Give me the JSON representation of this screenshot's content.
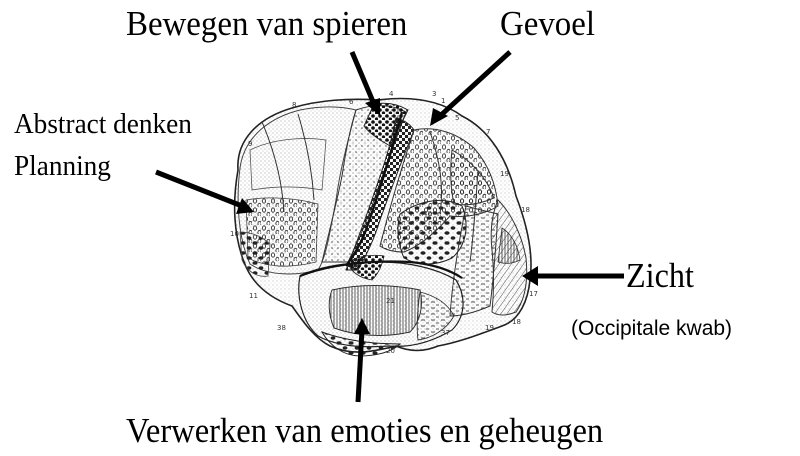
{
  "labels": {
    "muscle_movement": "Bewegen van spieren",
    "feeling": "Gevoel",
    "abstract_thinking": "Abstract denken",
    "planning": "Planning",
    "vision": "Zicht",
    "vision_sub": "(Occipitale kwab)",
    "emotions_memory": "Verwerken van emoties en geheugen"
  },
  "area_numbers": [
    "8",
    "6",
    "4",
    "3",
    "1",
    "5",
    "7",
    "9",
    "10",
    "11",
    "19",
    "18",
    "17",
    "38",
    "20",
    "37",
    "21",
    "40"
  ],
  "colors": {
    "ink": "#000000",
    "background": "#ffffff"
  }
}
